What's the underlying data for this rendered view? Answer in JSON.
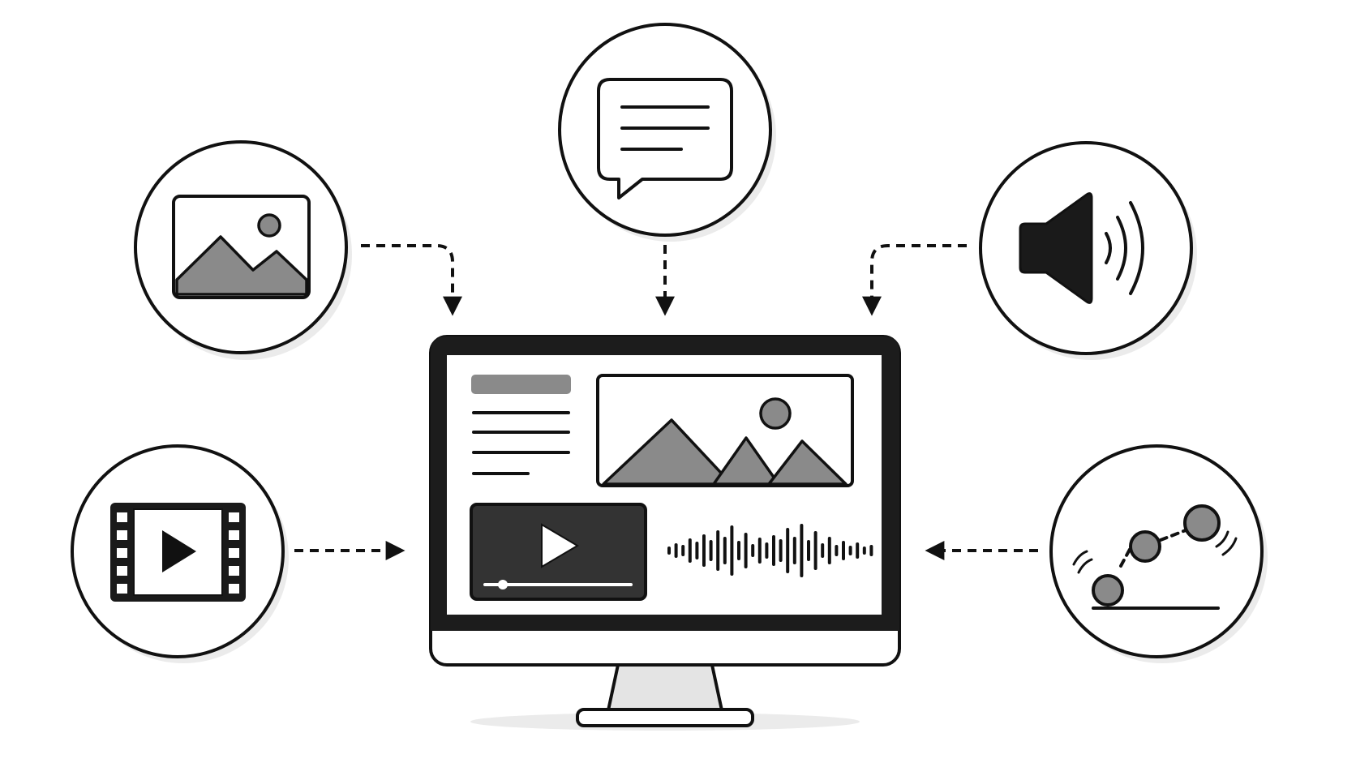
{
  "diagram": {
    "description_visible_text": "",
    "colors": {
      "stroke": "#111111",
      "fill_gray": "#8a8a8a",
      "fill_dark": "#262626",
      "background": "#ffffff",
      "shadow": "#ebebeb"
    },
    "nodes": [
      {
        "id": "image-source",
        "icon": "image-icon"
      },
      {
        "id": "text-source",
        "icon": "chat-bubble-icon"
      },
      {
        "id": "audio-source",
        "icon": "speaker-icon"
      },
      {
        "id": "video-source",
        "icon": "film-play-icon"
      },
      {
        "id": "animation-source",
        "icon": "bouncing-ball-icon"
      },
      {
        "id": "monitor",
        "icon": "monitor-icon"
      }
    ],
    "edges": [
      {
        "from": "image-source",
        "to": "monitor"
      },
      {
        "from": "text-source",
        "to": "monitor"
      },
      {
        "from": "audio-source",
        "to": "monitor"
      },
      {
        "from": "video-source",
        "to": "monitor"
      },
      {
        "from": "animation-source",
        "to": "monitor"
      }
    ]
  }
}
